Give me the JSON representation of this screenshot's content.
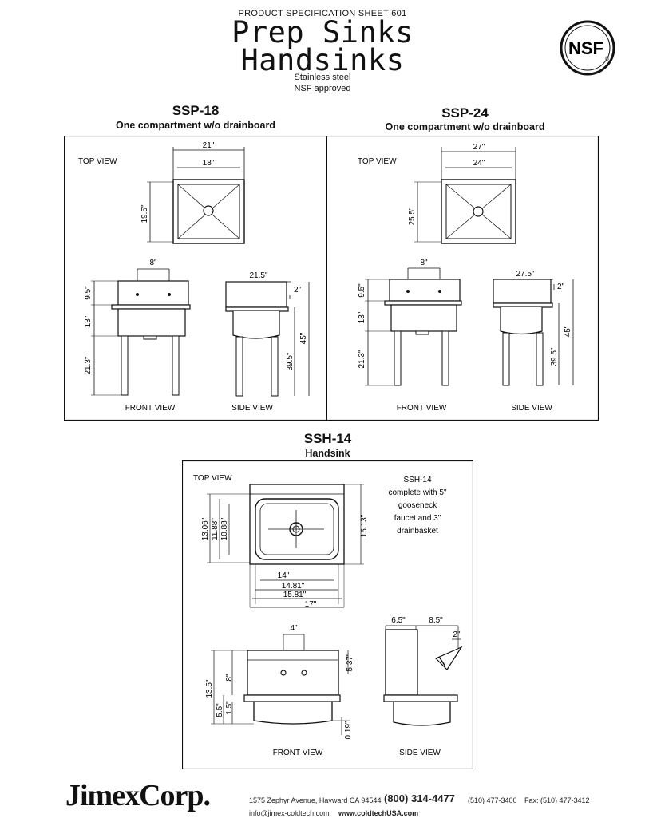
{
  "header": {
    "sheet_label": "PRODUCT SPECIFICATION SHEET 601",
    "title_line1": "Prep Sinks",
    "title_line2": "Handsinks",
    "subtitle_line1": "Stainless steel",
    "subtitle_line2": "NSF approved",
    "nsf_logo_text": "NSF"
  },
  "ssp18": {
    "model": "SSP-18",
    "description": "One compartment w/o drainboard",
    "top_view_label": "TOP VIEW",
    "front_view_label": "FRONT VIEW",
    "side_view_label": "SIDE VIEW",
    "dim_outer_width": "21\"",
    "dim_inner_width": "18\"",
    "dim_depth": "19.5\"",
    "dim_faucet": "8\"",
    "dim_backsplash": "9.5\"",
    "dim_bowl": "13\"",
    "dim_legs": "21.3\"",
    "dim_side_depth": "21.5\"",
    "dim_lip": "2\"",
    "dim_height": "45\"",
    "dim_rim_height": "39.5\""
  },
  "ssp24": {
    "model": "SSP-24",
    "description": "One compartment w/o drainboard",
    "top_view_label": "TOP VIEW",
    "front_view_label": "FRONT VIEW",
    "side_view_label": "SIDE VIEW",
    "dim_outer_width": "27\"",
    "dim_inner_width": "24\"",
    "dim_depth": "25.5\"",
    "dim_faucet": "8\"",
    "dim_backsplash": "9.5\"",
    "dim_bowl": "13\"",
    "dim_legs": "21.3\"",
    "dim_side_depth": "27.5\"",
    "dim_lip": "2\"",
    "dim_height": "45\"",
    "dim_rim_height": "39.5\""
  },
  "ssh14": {
    "model": "SSH-14",
    "description": "Handsink",
    "top_view_label": "TOP VIEW",
    "front_view_label": "FRONT VIEW",
    "side_view_label": "SIDE VIEW",
    "note_line1": "SSH-14",
    "note_line2": "complete with 5\"",
    "note_line3": "gooseneck",
    "note_line4": "faucet and 3\"",
    "note_line5": "drainbasket",
    "dim_a": "13.06\"",
    "dim_b": "11.88\"",
    "dim_c": "10.88\"",
    "dim_d": "15.13\"",
    "dim_w1": "14\"",
    "dim_w2": "14.81\"",
    "dim_w3": "15.81\"",
    "dim_w4": "17\"",
    "dim_faucet": "4\"",
    "dim_total_h": "13.5\"",
    "dim_h8": "8\"",
    "dim_h55": "5.5\"",
    "dim_h15": "1.5\"",
    "dim_backsplash": "5.37\"",
    "dim_drain": "0.19\"",
    "dim_s1": "6.5\"",
    "dim_s2": "8.5\"",
    "dim_s3": "2\""
  },
  "footer": {
    "company": "JimexCorp.",
    "address": "1575 Zephyr Avenue, Hayward CA 94544",
    "phone": "(800) 314-4477",
    "phone2": "(510) 477-3400",
    "fax": "Fax: (510) 477-3412",
    "email": "info@jimex-coldtech.com",
    "website": "www.coldtechUSA.com"
  }
}
